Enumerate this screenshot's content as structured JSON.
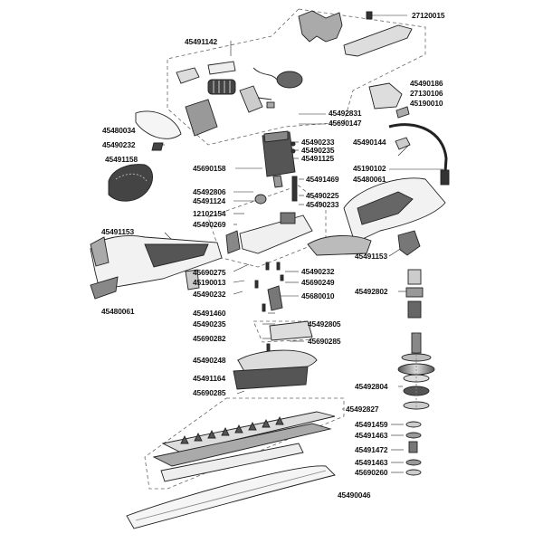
{
  "colors": {
    "line": "#222222",
    "dash": "#666666",
    "light_part": "#f2f2f2",
    "mid_part": "#cfcfcf",
    "dark_part": "#8a8a8a",
    "black_part": "#333333"
  },
  "labels": {
    "p27120015": "27120015",
    "p45491142": "45491142",
    "p45490186": "45490186",
    "p27130106": "27130106",
    "p45190010": "45190010",
    "p45492831": "45492831",
    "p45690147": "45690147",
    "p45480034": "45480034",
    "p45490232a": "45490232",
    "p45491158": "45491158",
    "p45490233a": "45490233",
    "p45490235a": "45490235",
    "p45491125": "45491125",
    "p45490144": "45490144",
    "p45690158": "45690158",
    "p45190102": "45190102",
    "p45491469": "45491469",
    "p45480061a": "45480061",
    "p45492806": "45492806",
    "p45491124": "45491124",
    "p45490225": "45490225",
    "p45490233b": "45490233",
    "p12102154": "12102154",
    "p45490269": "45490269",
    "p45491153a": "45491153",
    "p45491153b": "45491153",
    "p45690275": "45690275",
    "p45490232b": "45490232",
    "p45190013": "45190013",
    "p45690249": "45690249",
    "p45490232c": "45490232",
    "p45492802": "45492802",
    "p45680010": "45680010",
    "p45480061b": "45480061",
    "p45491460": "45491460",
    "p45490235b": "45490235",
    "p45492805": "45492805",
    "p45690282": "45690282",
    "p45690285a": "45690285",
    "p45490248": "45490248",
    "p45492804": "45492804",
    "p45491164": "45491164",
    "p45690285b": "45690285",
    "p45492827": "45492827",
    "p45491459": "45491459",
    "p45491463a": "45491463",
    "p45491472": "45491472",
    "p45491463b": "45491463",
    "p45690260": "45690260",
    "p45490046": "45490046"
  }
}
